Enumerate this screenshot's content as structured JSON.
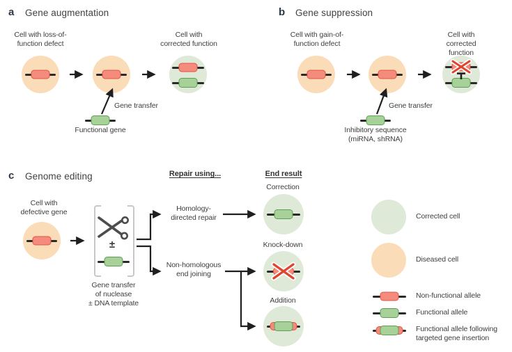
{
  "colors": {
    "diseased": "#fbdcb8",
    "corrected": "#dfe9d8",
    "red-fill": "#f48b7c",
    "red-stroke": "#e05443",
    "green-fill": "#a8d19a",
    "green-stroke": "#5d9f55",
    "strand": "#2a2a2a",
    "arrow": "#1f1f1f",
    "text": "#3e3e3e",
    "panel-letter": "#2c3845",
    "bracket": "#c8c8c8",
    "scissors": "#4d4d4d",
    "cross": "#e0432e"
  },
  "panel_a": {
    "letter": "a",
    "title": "Gene augmentation",
    "diseased_cell_label": "Cell with loss-of-\nfunction defect",
    "corrected_cell_label": "Cell with\ncorrected function",
    "transfer_label": "Gene transfer",
    "payload_label": "Functional gene"
  },
  "panel_b": {
    "letter": "b",
    "title": "Gene suppression",
    "diseased_cell_label": "Cell with gain-of-\nfunction defect",
    "corrected_cell_label": "Cell with\ncorrected function",
    "transfer_label": "Gene transfer",
    "payload_label": "Inhibitory sequence\n(miRNA, shRNA)"
  },
  "panel_c": {
    "letter": "c",
    "title": "Genome editing",
    "cell_label": "Cell with\ndefective gene",
    "plus_minus": "±",
    "nuclease_label": "Gene transfer\nof nuclease\n± DNA template",
    "repair_header": "Repair using...",
    "result_header": "End result",
    "repair_options": [
      "Homology-\ndirected repair",
      "Non-homologous\nend joining"
    ],
    "results": [
      "Correction",
      "Knock-down",
      "Addition"
    ]
  },
  "legend": {
    "corrected": "Corrected cell",
    "diseased": "Diseased cell",
    "nonfunctional": "Non-functional allele",
    "functional": "Functional allele",
    "insertion": "Functional allele following\ntargeted gene insertion"
  }
}
